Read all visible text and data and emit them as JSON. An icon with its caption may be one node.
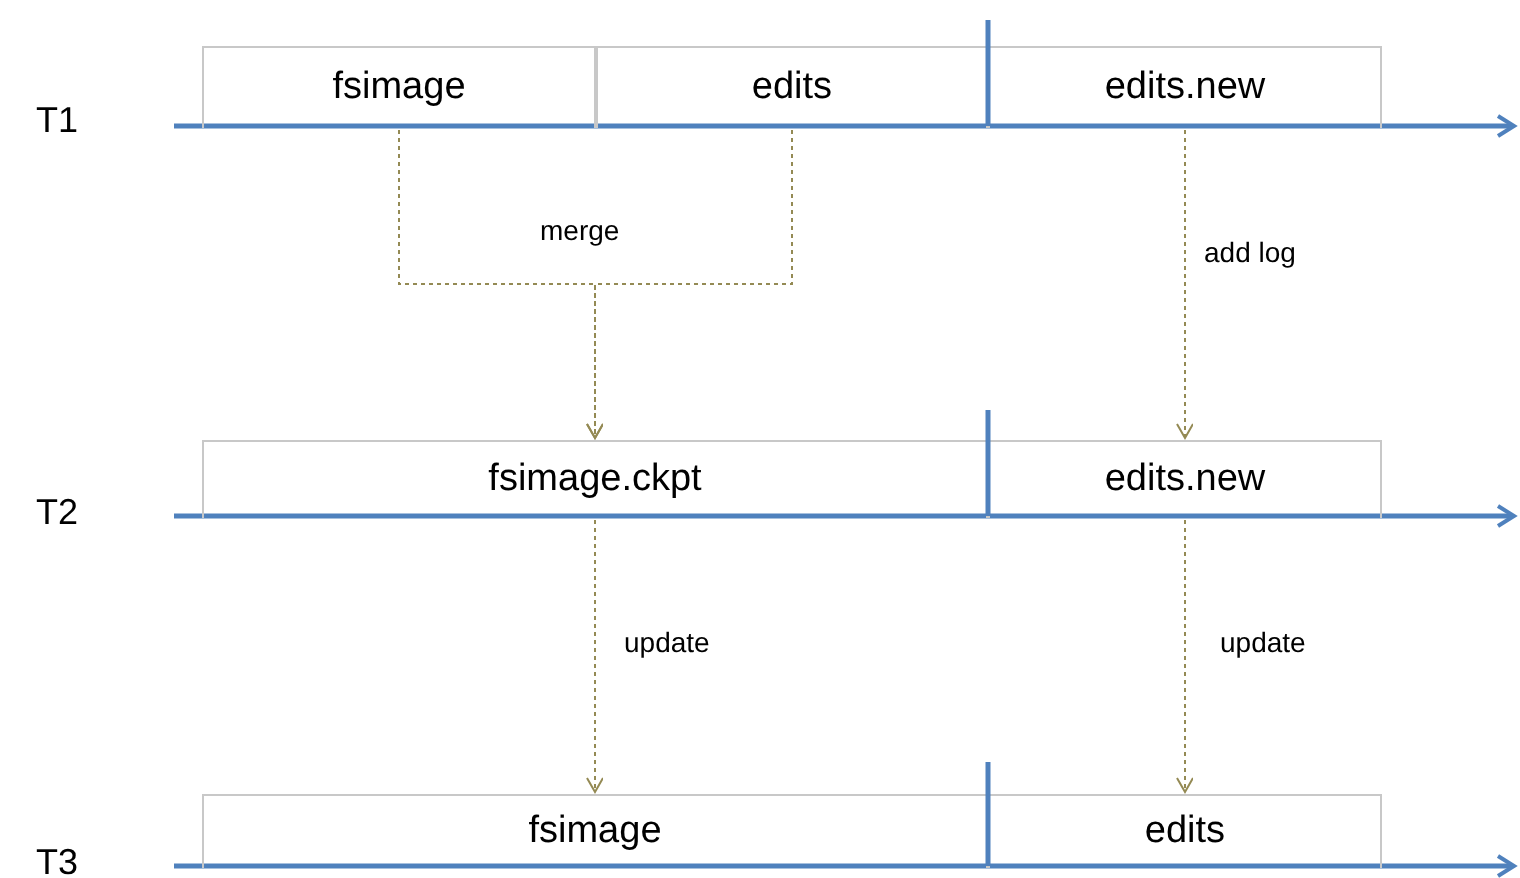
{
  "diagram": {
    "nodes": [
      {
        "text": [
          "fsimage"
        ]
      },
      {
        "text": [
          "edits"
        ]
      },
      {
        "text": [
          "edits.new"
        ]
      },
      {
        "text": [
          "fsimage.ckpt"
        ]
      },
      {
        "text": [
          "edits.new"
        ]
      },
      {
        "text": [
          "fsimage"
        ]
      },
      {
        "text": [
          "edits"
        ]
      }
    ],
    "edges": [
      {
        "from": 0,
        "to": 3,
        "arrow": "to",
        "label": "merge"
      },
      {
        "from": 1,
        "to": 3,
        "arrow": "to"
      },
      {
        "from": 2,
        "to": 4,
        "arrow": "to",
        "label": "add log"
      },
      {
        "from": 3,
        "to": 5,
        "arrow": "to",
        "label": "update"
      },
      {
        "from": 4,
        "to": 6,
        "arrow": "to",
        "label": "update"
      }
    ],
    "labels": [
      "T1",
      "T2",
      "T3"
    ]
  }
}
